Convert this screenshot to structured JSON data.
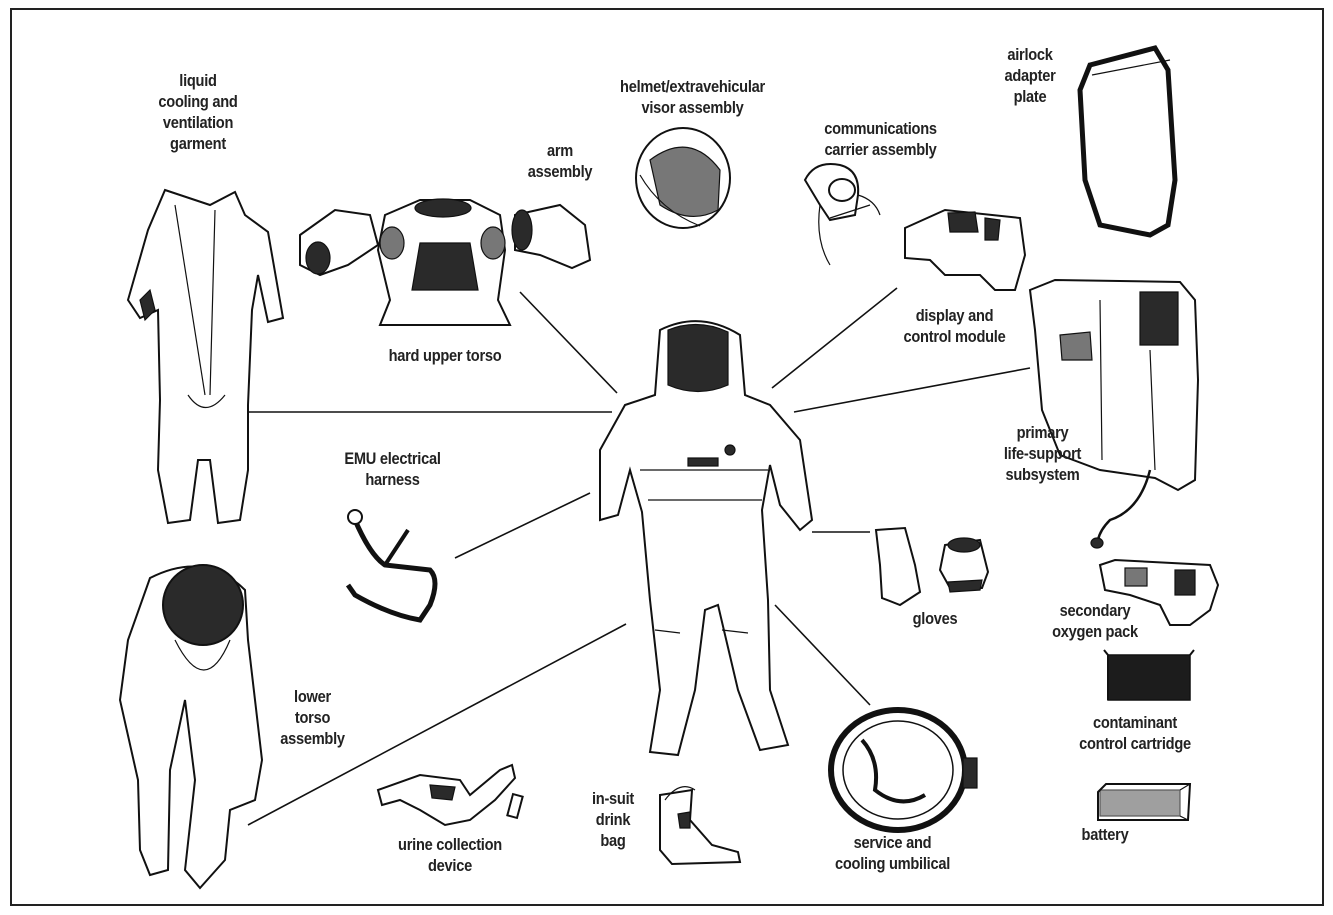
{
  "labels": {
    "lcvg": "liquid\ncooling and\nventilation\ngarment",
    "arm": "arm\nassembly",
    "helmet": "helmet/extravehicular\nvisor assembly",
    "comms": "communications\ncarrier assembly",
    "airlock": "airlock\nadapter\nplate",
    "hut": "hard upper torso",
    "dcm": "display and\ncontrol module",
    "plss": "primary\nlife-support\nsubsystem",
    "harness": "EMU electrical\nharness",
    "gloves": "gloves",
    "sop": "secondary\noxygen pack",
    "lta": "lower\ntorso\nassembly",
    "ccc": "contaminant\ncontrol cartridge",
    "battery": "battery",
    "ucd": "urine collection device",
    "drink": "in-suit\ndrink\nbag",
    "scu": "service and\ncooling umbilical"
  },
  "icons": [
    "lcvg-garment-icon",
    "hard-upper-torso-icon",
    "arm-assembly-icon",
    "helmet-icon",
    "comms-cap-icon",
    "airlock-plate-icon",
    "display-control-module-icon",
    "plss-backpack-icon",
    "spacesuit-icon",
    "electrical-harness-icon",
    "gloves-icon",
    "secondary-oxygen-pack-icon",
    "contaminant-cartridge-icon",
    "battery-icon",
    "lower-torso-icon",
    "urine-device-icon",
    "drink-bag-icon",
    "umbilical-icon"
  ]
}
